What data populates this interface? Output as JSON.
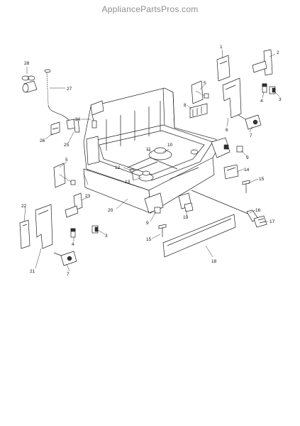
{
  "header": {
    "watermark": "AppliancePartsPros.com"
  },
  "callouts": [
    {
      "id": "c1",
      "text": "1"
    },
    {
      "id": "c2",
      "text": "2"
    },
    {
      "id": "c3",
      "text": "3"
    },
    {
      "id": "c4",
      "text": "4"
    },
    {
      "id": "c5",
      "text": "5"
    },
    {
      "id": "c6",
      "text": "6"
    },
    {
      "id": "c7",
      "text": "7"
    },
    {
      "id": "c8",
      "text": "8"
    },
    {
      "id": "c9",
      "text": "9"
    },
    {
      "id": "c10",
      "text": "10"
    },
    {
      "id": "c11",
      "text": "11"
    },
    {
      "id": "c12",
      "text": "12"
    },
    {
      "id": "c13",
      "text": "13"
    },
    {
      "id": "c14",
      "text": "14"
    },
    {
      "id": "c15",
      "text": "15"
    },
    {
      "id": "c16",
      "text": "16"
    },
    {
      "id": "c17",
      "text": "17"
    },
    {
      "id": "c18",
      "text": "18"
    },
    {
      "id": "c19",
      "text": "19"
    },
    {
      "id": "c20",
      "text": "20"
    },
    {
      "id": "c21",
      "text": "21"
    },
    {
      "id": "c22",
      "text": "22"
    },
    {
      "id": "c23",
      "text": "23"
    },
    {
      "id": "c24",
      "text": "24"
    },
    {
      "id": "c25",
      "text": "25"
    },
    {
      "id": "c26",
      "text": "26"
    },
    {
      "id": "c27",
      "text": "27"
    },
    {
      "id": "c28",
      "text": "28"
    },
    {
      "id": "c3b",
      "text": "3"
    },
    {
      "id": "c4b",
      "text": "4"
    },
    {
      "id": "c5b",
      "text": "5"
    },
    {
      "id": "c7b",
      "text": "7"
    },
    {
      "id": "c9b",
      "text": "9"
    },
    {
      "id": "c15b",
      "text": "15"
    }
  ]
}
